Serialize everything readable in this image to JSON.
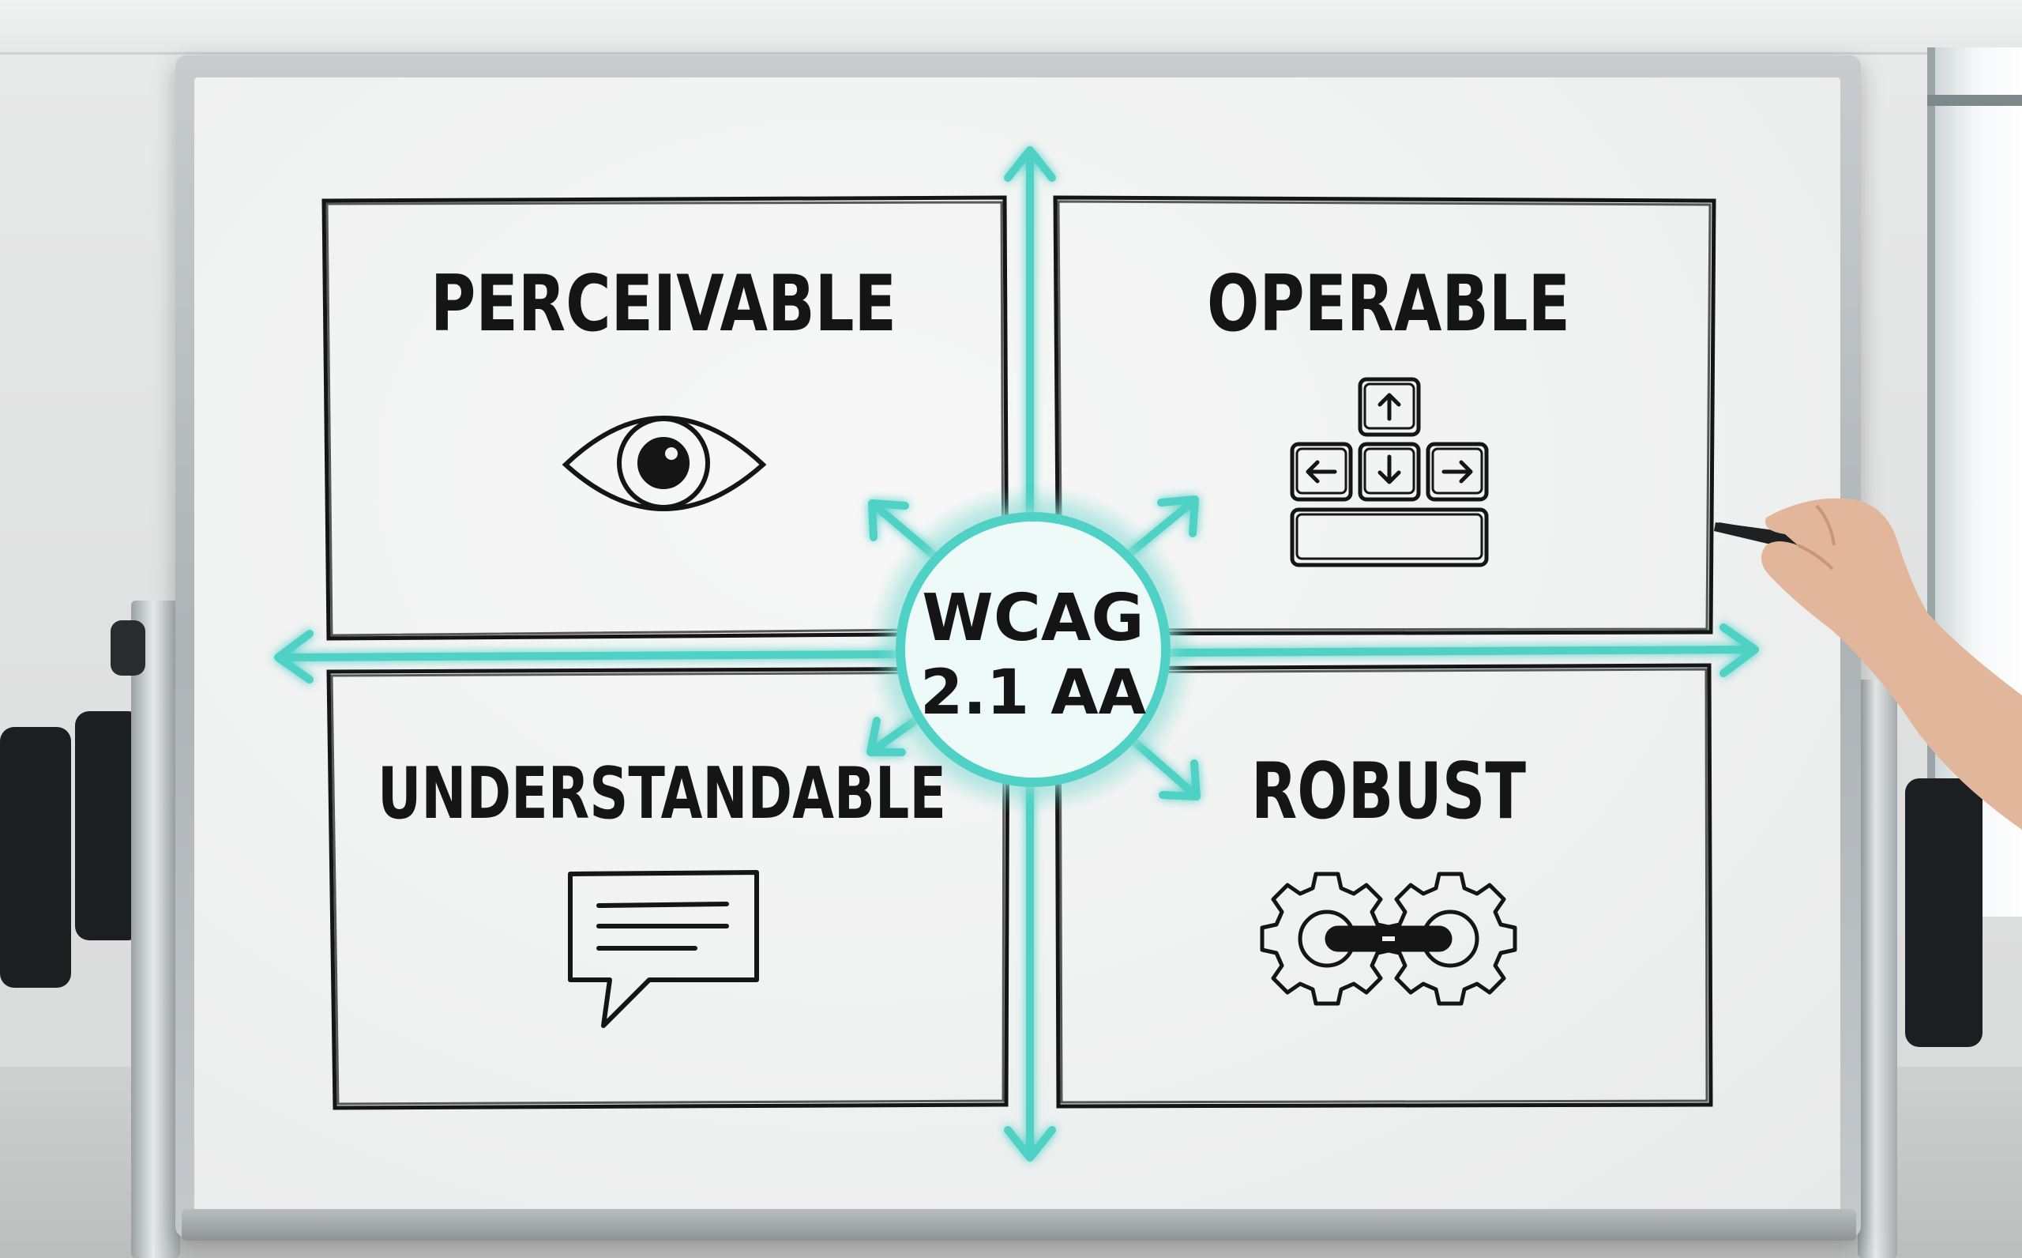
{
  "quadrants": {
    "top_left": {
      "label": "PERCEIVABLE",
      "icon": "eye-icon"
    },
    "top_right": {
      "label": "OPERABLE",
      "icon": "keyboard-arrow-keys-icon"
    },
    "bottom_left": {
      "label": "UNDERSTANDABLE",
      "icon": "speech-bubble-icon"
    },
    "bottom_right": {
      "label": "ROBUST",
      "icon": "linked-gears-icon"
    }
  },
  "center": {
    "line1": "WCAG",
    "line2": "2.1 AA"
  },
  "colors": {
    "accent": "#4fd1c5",
    "ink": "#151515",
    "board": "#f2f3f3"
  }
}
